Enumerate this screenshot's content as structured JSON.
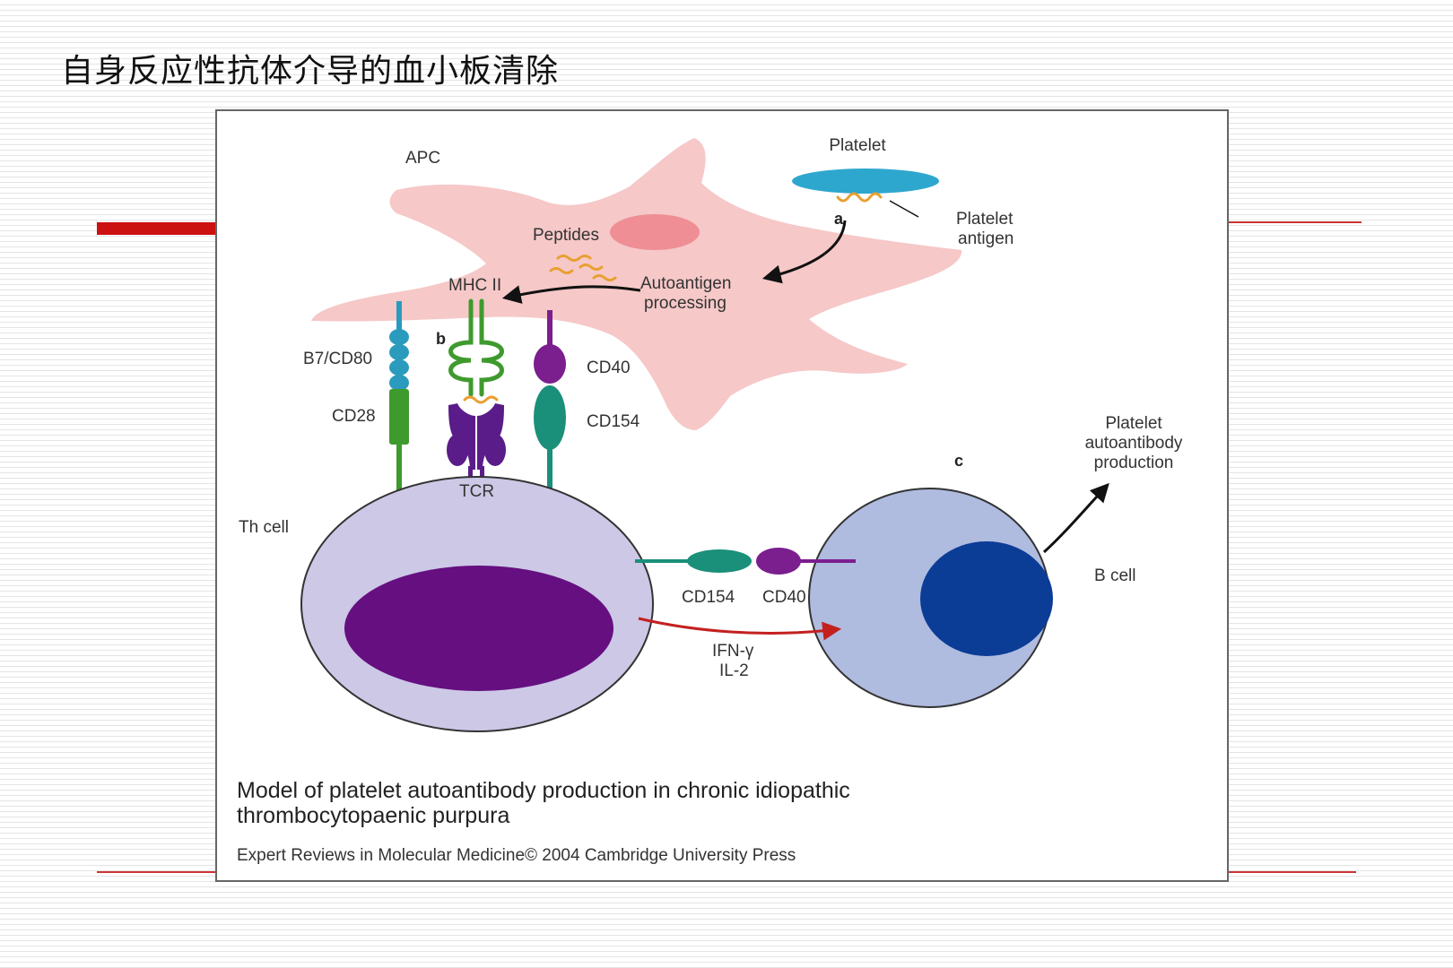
{
  "slide": {
    "title": "自身反应性抗体介导的血小板清除"
  },
  "figure": {
    "labels": {
      "apc": "APC",
      "platelet": "Platelet",
      "platelet_antigen_1": "Platelet",
      "platelet_antigen_2": "antigen",
      "panel_a": "a",
      "panel_b": "b",
      "panel_c": "c",
      "peptides": "Peptides",
      "mhc_ii": "MHC II",
      "autoantigen_1": "Autoantigen",
      "autoantigen_2": "processing",
      "b7_cd80": "B7/CD80",
      "cd28": "CD28",
      "cd40_top": "CD40",
      "cd154_top": "CD154",
      "tcr": "TCR",
      "th_cell": "Th cell",
      "cd154_bottom": "CD154",
      "cd40_bottom": "CD40",
      "ifn": "IFN-γ",
      "il2": "IL-2",
      "b_cell": "B cell",
      "autoantibody_1": "Platelet",
      "autoantibody_2": "autoantibody",
      "autoantibody_3": "production"
    },
    "caption": {
      "title": "Model of platelet autoantibody production in chronic idiopathic thrombocytopaenic purpura",
      "source": "Expert Reviews in Molecular Medicine© 2004 Cambridge University Press"
    },
    "colors": {
      "apc_cell": "#f6c8c8",
      "apc_nucleus": "#ef8e94",
      "platelet": "#2ea7cf",
      "antigen": "#e8a030",
      "th_cell": "#ccc8e6",
      "th_nucleus": "#660f80",
      "b_cell": "#afbbdf",
      "b_nucleus": "#0b3c96",
      "receptor_teal": "#2a9bbd",
      "receptor_green": "#3f9a2e",
      "receptor_purple": "#5a1c88",
      "cd40_purple": "#7b1e8e",
      "cd154_teal": "#1a8f7a",
      "cytokine_arrow": "#c42020"
    }
  }
}
